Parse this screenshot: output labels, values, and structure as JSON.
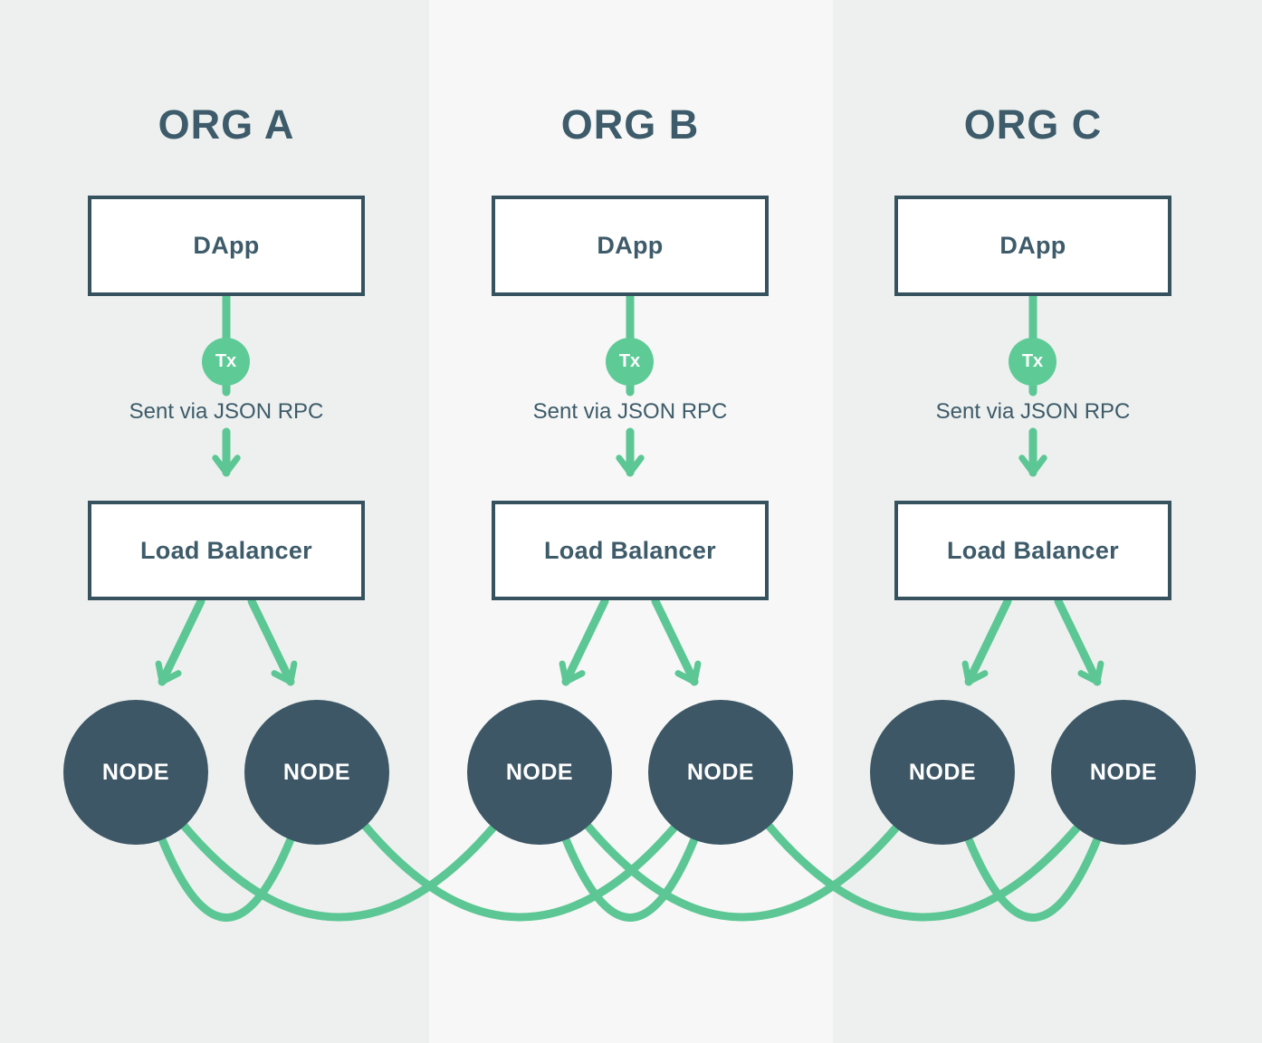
{
  "diagram": {
    "type": "blockchain-multi-org-architecture",
    "colors": {
      "accent_green": "#5cc794",
      "tx_badge_green": "#5ecb97",
      "slate_text": "#3d5b6a",
      "box_border": "#36525f",
      "node_fill": "#3d5766",
      "box_fill": "#ffffff",
      "bg_outer_column": "#edf0ee",
      "bg_middle_column": "#f6f7f6"
    },
    "peer_links": [
      "A-node1 to A-node2",
      "A-node1 to B-node1",
      "A-node2 to B-node2",
      "B-node1 to B-node2",
      "B-node1 to C-node1",
      "B-node2 to C-node2",
      "C-node1 to C-node2"
    ]
  },
  "orgs": [
    {
      "title": "ORG A",
      "dapp_label": "DApp",
      "tx_label": "Tx",
      "caption": "Sent via JSON RPC",
      "lb_label": "Load Balancer",
      "node1_label": "NODE",
      "node2_label": "NODE"
    },
    {
      "title": "ORG B",
      "dapp_label": "DApp",
      "tx_label": "Tx",
      "caption": "Sent via JSON RPC",
      "lb_label": "Load Balancer",
      "node1_label": "NODE",
      "node2_label": "NODE"
    },
    {
      "title": "ORG C",
      "dapp_label": "DApp",
      "tx_label": "Tx",
      "caption": "Sent via JSON RPC",
      "lb_label": "Load Balancer",
      "node1_label": "NODE",
      "node2_label": "NODE"
    }
  ]
}
